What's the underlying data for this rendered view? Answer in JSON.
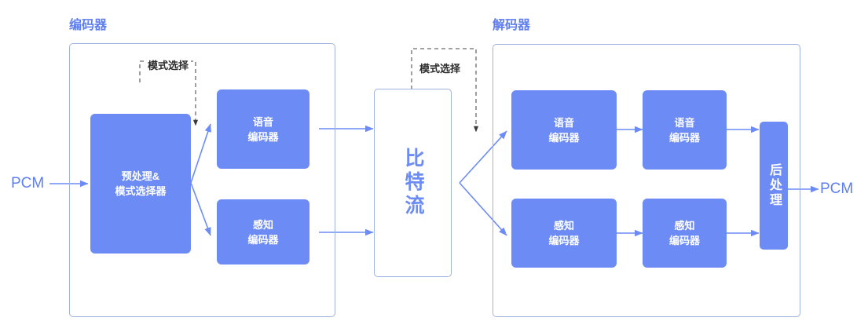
{
  "diagram": {
    "title_left": "编码器",
    "title_right": "解码器",
    "colors": {
      "accent_blue": "#6c8bf5",
      "title_blue": "#5f7ef0",
      "border_blue": "#9fb3e0",
      "arrow_blue": "#6c8bf5",
      "dashed_gray": "#6b6b6b",
      "label_dark": "#2c2c2c",
      "background": "#ffffff"
    },
    "io": {
      "input_pcm": "PCM",
      "output_pcm": "PCM"
    },
    "mode_label_left": "模式选择",
    "mode_label_right": "模式选择",
    "encoder": {
      "preprocessor": "预处理&\n模式选择器",
      "speech_encoder": "语音\n编码器",
      "perceptual_encoder": "感知\n编码器"
    },
    "bitstream": {
      "label": "比特流"
    },
    "decoder": {
      "speech_encoder_1": "语音\n编码器",
      "speech_encoder_2": "语音\n编码器",
      "perceptual_encoder_1": "感知\n编码器",
      "perceptual_encoder_2": "感知\n编码器",
      "postprocess": "后处理"
    }
  }
}
